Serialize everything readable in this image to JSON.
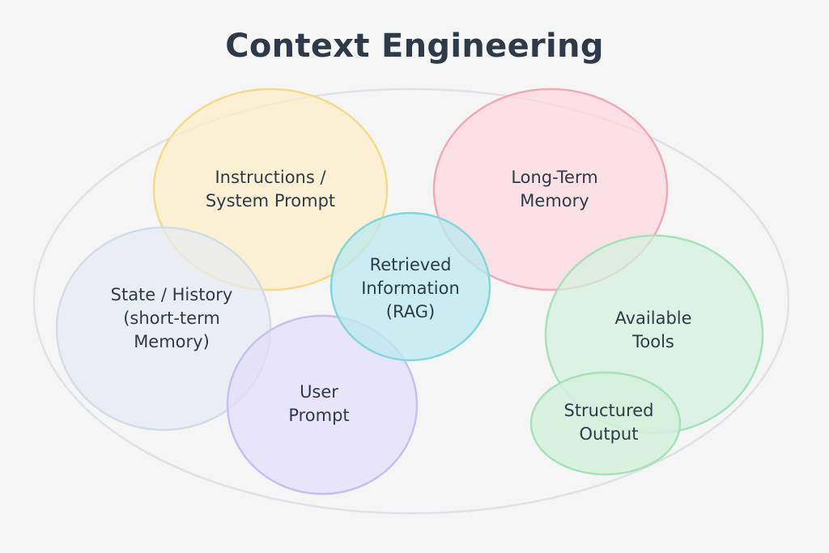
{
  "title": "Context Engineering",
  "circles": {
    "instructions": {
      "lines": [
        "Instructions /",
        "System Prompt"
      ],
      "fill": "#fdefc6",
      "stroke": "#f6d98a"
    },
    "long_term_memory": {
      "lines": [
        "Long-Term",
        "Memory"
      ],
      "fill": "#fdd8de",
      "stroke": "#f3a9b5"
    },
    "state_history": {
      "lines": [
        "State / History",
        "(short-term",
        "Memory)"
      ],
      "fill": "#e6ecf2",
      "stroke": "#d3dde7"
    },
    "retrieved_information": {
      "lines": [
        "Retrieved",
        "Information",
        "(RAG)"
      ],
      "fill": "#bdebee",
      "stroke": "#84d5dd"
    },
    "user_prompt": {
      "lines": [
        "User",
        "Prompt"
      ],
      "fill": "#e3defa",
      "stroke": "#c8bff0"
    },
    "available_tools": {
      "lines": [
        "Available",
        "Tools"
      ],
      "fill": "#d3f1dc",
      "stroke": "#a6e2b8"
    },
    "structured_output": {
      "lines": [
        "Structured",
        "Output"
      ],
      "fill": "#d3f1dc",
      "stroke": "#a6e2b8"
    }
  },
  "colors": {
    "outer_ring": "#dfe2e6",
    "background": "#f5f5f6",
    "text": "#2f3a48"
  }
}
